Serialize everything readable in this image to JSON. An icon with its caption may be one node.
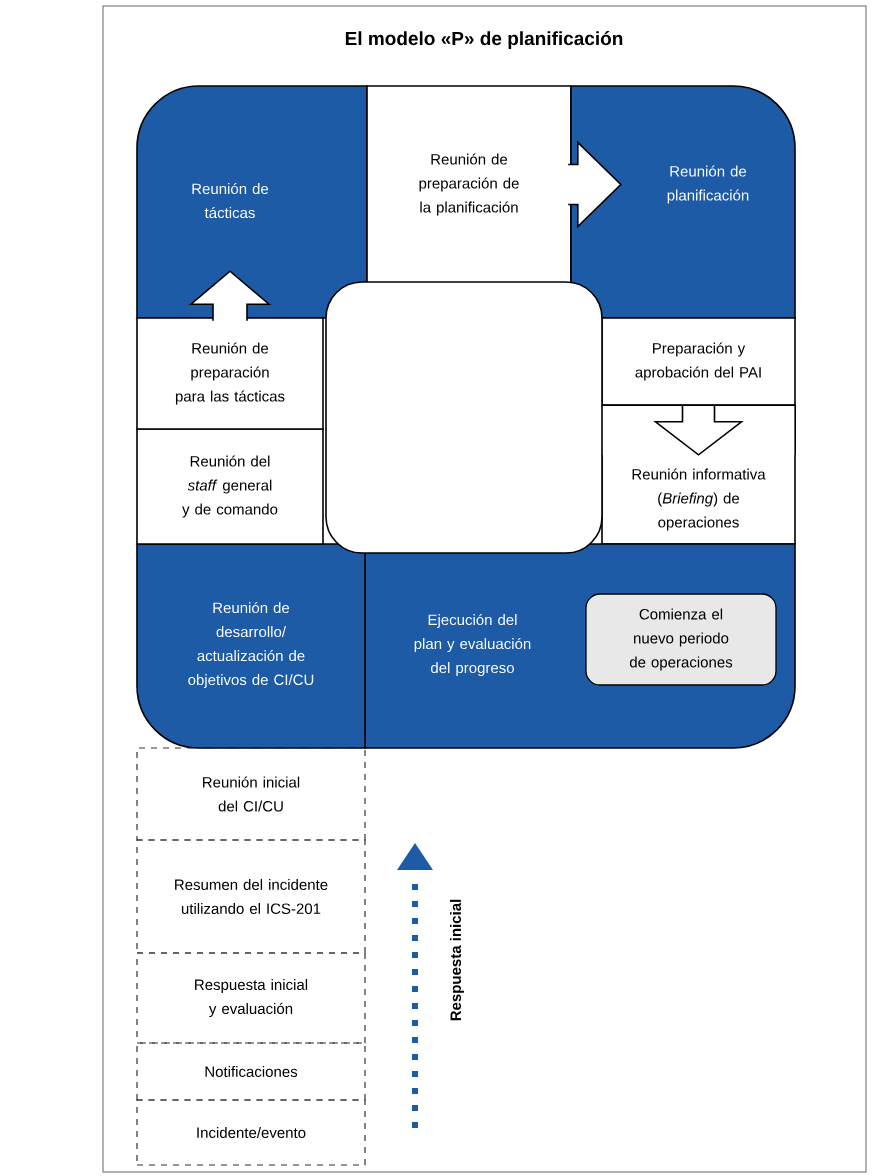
{
  "diagram": {
    "title": "El modelo «P» de planificación",
    "nodes": [
      {
        "text": [
          "Reunión de tácticas"
        ]
      },
      {
        "text": [
          "Reunión de preparación de la planificación"
        ]
      },
      {
        "text": [
          "Reunión de planificación"
        ]
      },
      {
        "text": [
          "Preparación y aprobación del PAI"
        ]
      },
      {
        "text": [
          "Reunión informativa (*Briefing*) de operaciones"
        ]
      },
      {
        "text": [
          "Ejecución del plan y evaluación del progreso"
        ]
      },
      {
        "text": [
          "Comienza el nuevo periodo de operaciones"
        ],
        "in": 5
      },
      {
        "text": [
          "Reunión de desarrollo/ actualización de objetivos de CI/CU"
        ]
      },
      {
        "text": [
          "Reunión del *staff* general y de comando"
        ]
      },
      {
        "text": [
          "Reunión de preparación para las tácticas"
        ]
      },
      {
        "text": [
          "Reunión inicial del CI/CU"
        ]
      },
      {
        "text": [
          "Resumen del incidente utilizando el ICS-201"
        ]
      },
      {
        "text": [
          "Respuesta inicial y evaluación"
        ]
      },
      {
        "text": [
          "Notificaciones"
        ]
      },
      {
        "text": [
          "Incidente/evento"
        ]
      },
      {
        "text": [],
        "shape": "box"
      }
    ],
    "edges": [
      {
        "from": 1,
        "to": 2,
        "arrow": "to"
      },
      {
        "from": 9,
        "to": 0,
        "arrow": "to"
      },
      {
        "from": 3,
        "to": 4,
        "arrow": "to"
      }
    ],
    "labels": [
      "Respuesta inicial"
    ]
  }
}
